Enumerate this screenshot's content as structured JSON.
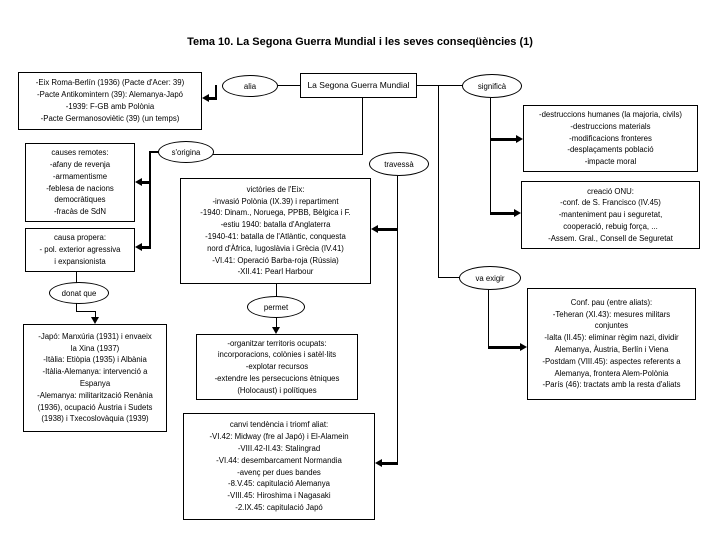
{
  "title": "Tema 10. La Segona Guerra Mundial i les seves conseqüències (1)",
  "colors": {
    "background": "#ffffff",
    "line": "#000000",
    "text": "#000000"
  },
  "boxes": {
    "central": "La Segona Guerra Mundial",
    "pactes": "-Eix Roma-Berlín (1936) (Pacte d'Acer: 39)\n-Pacte Antikomintern (39): Alemanya-Japó\n-1939: F-GB amb Polònia\n-Pacte Germanosoviètic (39) (un temps)",
    "causes_remotes": "causes remotes:\n-afany de revenja\n-armamentisme\n-feblesa de nacions\ndemocràtiques\n-fracàs de SdN",
    "causa_propera": "causa propera:\n- pol. exterior agressiva\ni expansionista",
    "expansions": "-Japó: Manxúria (1931) i envaeix\nla Xina (1937)\n-Itàlia: Etiòpia (1935) i Albània\n-Itàlia-Alemanya: intervenció a\nEspanya\n-Alemanya: militarització Renània\n(1936), ocupació Àustria i Sudets\n(1938) i Txecoslovàquia (1939)",
    "victories_eix": "victòries de l'Eix:\n-invasió Polònia (IX.39) i repartiment\n-1940: Dinam., Noruega, PPBB, Bèlgica i F.\n-estiu 1940: batalla d'Anglaterra\n-1940-41: batalla de l'Atlàntic, conquesta\nnord d'Àfrica, Iugoslàvia i Grècia (IV.41)\n-VI.41: Operació Barba-roja (Rússia)\n-XII.41: Pearl Harbour",
    "territoris_ocupats": "-organitzar territoris ocupats:\nincorporacions, colònies i satèl·lits\n-explotar recursos\n-extendre les persecucions ètniques\n(Holocaust) i polítiques",
    "canvi_tendencia": "canvi tendència i triomf aliat:\n-VI.42: Midway (fre al Japó) i El-Alamein\n-VIII.42-II.43: Stalingrad\n-VI.44: desembarcament Normandia\n-avenç per dues bandes\n-8.V.45: capitulació Alemanya\n-VIII.45: Hiroshima i Nagasaki\n-2.IX.45: capitulació Japó",
    "destruccions": "-destruccions humanes (la majoria, civils)\n-destruccions materials\n-modificacions fronteres\n-desplaçaments població\n-impacte moral",
    "onu": "creació ONU:\n-conf. de S. Francisco (IV.45)\n-manteniment pau i seguretat,\ncooperació, rebuig força, ...\n-Assem. Gral., Consell de Seguretat",
    "conf_pau": "Conf. pau (entre aliats):\n-Teheran (XI.43): mesures militars\nconjuntes\n-Ialta (II.45): eliminar règim nazi, dividir\nAlemanya, Àustria, Berlín i Viena\n-Postdam (VIII.45): aspectes referents a\nAlemanya, frontera Alem-Polònia\n-París (46): tractats amb la resta d'aliats"
  },
  "connectors": {
    "alia": "alia",
    "significa": "significà",
    "sorigina": "s'origina",
    "travessa": "travessà",
    "va_exigir": "va exigir",
    "donat_que": "donat que",
    "permet": "permet"
  }
}
